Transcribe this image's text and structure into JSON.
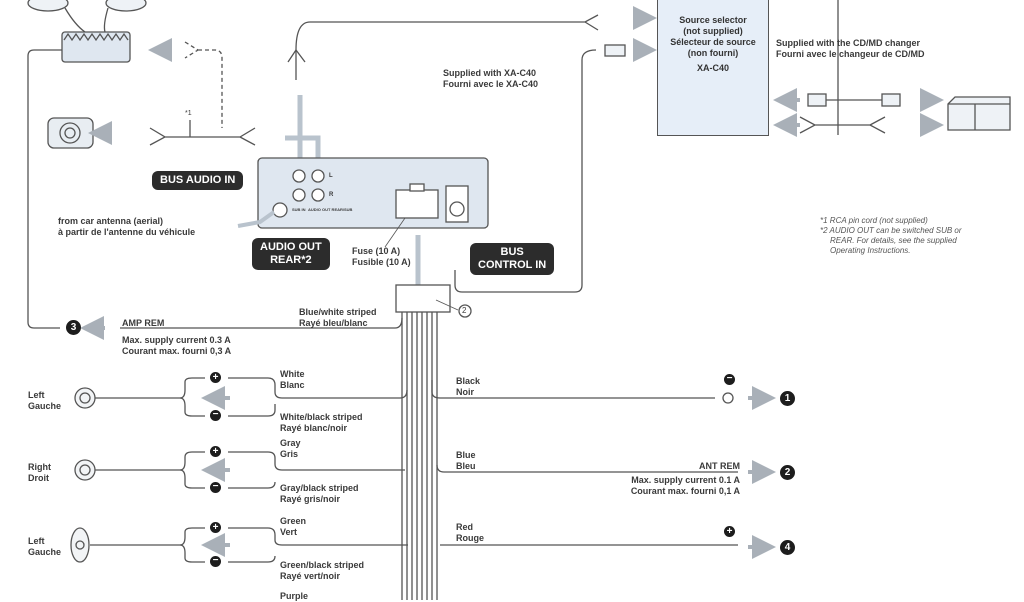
{
  "source_selector": {
    "lines": [
      "Source selector",
      "(not supplied)",
      "Sélecteur de source",
      "(non fourni)"
    ],
    "model": "XA-C40"
  },
  "cdmd_changer_note": [
    "Supplied with the CD/MD changer",
    "Fourni avec le changeur de CD/MD"
  ],
  "xa_c40_note": [
    "Supplied with XA-C40",
    "Fourni avec le XA-C40"
  ],
  "footnotes": [
    {
      "mark": "*1",
      "text": "RCA pin cord (not supplied)"
    },
    {
      "mark": "*2",
      "text": "AUDIO OUT can be switched SUB or"
    },
    {
      "mark": "",
      "text": "REAR. For details, see the supplied"
    },
    {
      "mark": "",
      "text": "Operating Instructions."
    }
  ],
  "rca_cord_mark": "*1",
  "callouts": {
    "bus_audio_in": "BUS AUDIO IN",
    "audio_out_rear": [
      "AUDIO OUT",
      "REAR*2"
    ],
    "bus_control_in": [
      "BUS",
      "CONTROL IN"
    ]
  },
  "head_unit": {
    "jack_labels": [
      "L",
      "R"
    ],
    "sub_label": "SUB IN",
    "audio_out_label": "AUDIO OUT REAR/SUB"
  },
  "antenna": [
    "from car antenna (aerial)",
    "à partir de l'antenne du véhicule"
  ],
  "fuse": [
    "Fuse (10 A)",
    "Fusible (10 A)"
  ],
  "harness_mark": "2",
  "blue_white": [
    "Blue/white striped",
    "Rayé bleu/blanc"
  ],
  "amp_rem": {
    "badge": "3",
    "label": "AMP REM",
    "current": [
      "Max. supply current 0.3 A",
      "Courant max. fourni 0,3 A"
    ]
  },
  "speakers": [
    {
      "name": [
        "Left",
        "Gauche"
      ],
      "plus_wire": [
        "White",
        "Blanc"
      ],
      "minus_wire": [
        "White/black striped",
        "Rayé blanc/noir"
      ]
    },
    {
      "name": [
        "Right",
        "Droit"
      ],
      "plus_wire": [
        "Gray",
        "Gris"
      ],
      "minus_wire": [
        "Gray/black striped",
        "Rayé gris/noir"
      ]
    },
    {
      "name": [
        "Left",
        "Gauche"
      ],
      "plus_wire": [
        "Green",
        "Vert"
      ],
      "minus_wire": [
        "Green/black striped",
        "Rayé vert/noir"
      ]
    },
    {
      "name": [
        "",
        ""
      ],
      "plus_wire": [
        "Purple",
        ""
      ],
      "minus_wire": [
        "",
        ""
      ]
    }
  ],
  "power_wires": [
    {
      "color": [
        "Black",
        "Noir"
      ],
      "badge": "1",
      "polarity": "minus",
      "label": "",
      "current": []
    },
    {
      "color": [
        "Blue",
        "Bleu"
      ],
      "badge": "2",
      "polarity": "",
      "label": "ANT REM",
      "current": [
        "Max. supply current 0.1 A",
        "Courant max. fourni 0,1 A"
      ]
    },
    {
      "color": [
        "Red",
        "Rouge"
      ],
      "badge": "4",
      "polarity": "plus",
      "label": "",
      "current": []
    }
  ],
  "polarity_symbols": {
    "plus": "+",
    "minus": "−"
  },
  "colors": {
    "line": "#555555",
    "arrow": "#a9b0b8",
    "panel": "#dfe7f0",
    "callout": "#2c2c2c",
    "selector_box": "#e6eef8"
  }
}
